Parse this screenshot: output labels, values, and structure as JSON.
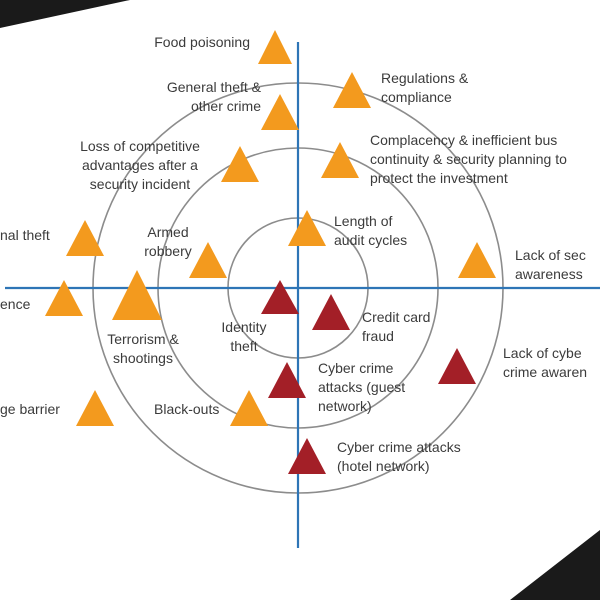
{
  "colors": {
    "axis": "#2e75b6",
    "ring": "#8c8c8c",
    "orange": "#f39a1e",
    "red": "#a31f27",
    "text": "#3b3b3b",
    "corner": "#1a1a1a"
  },
  "labels": {
    "food_poisoning": "Food poisoning",
    "general_theft": "General theft &\nother crime",
    "regulations": "Regulations &\ncompliance",
    "loss_competitive": "Loss of competitive\nadvantages after a\nsecurity incident",
    "complacency": "Complacency & inefficient bus\ncontinuity & security planning to\nprotect the investment",
    "internal_theft": "nal theft",
    "armed_robbery": "Armed\nrobbery",
    "audit_cycles": "Length of\naudit cycles",
    "lack_security": "Lack of sec\nawareness",
    "negligence": "ence",
    "terrorism": "Terrorism &\nshootings",
    "identity_theft": "Identity\ntheft",
    "credit_card": "Credit card\nfraud",
    "lack_cyber": "Lack of cybe\ncrime awaren",
    "cyber_guest": "Cyber crime\nattacks (guest\nnetwork)",
    "language_barrier": "ge barrier",
    "blackouts": "Black-outs",
    "cyber_hotel": "Cyber crime attacks\n(hotel network)"
  }
}
